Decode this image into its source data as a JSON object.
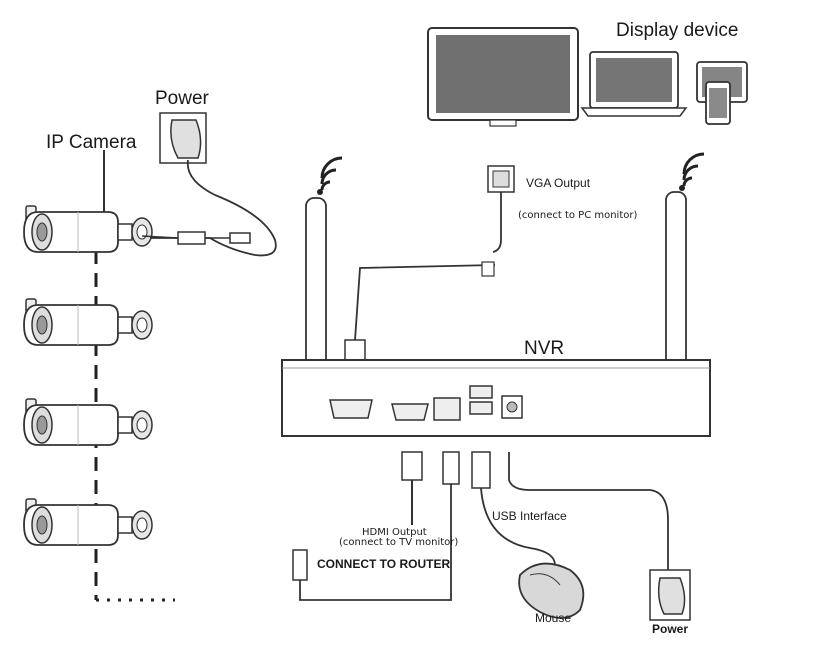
{
  "labels": {
    "ip_camera": "IP Camera",
    "power_top": "Power",
    "display_device": "Display device",
    "vga_output": "VGA Output",
    "vga_note": "(connect to PC monitor)",
    "nvr": "NVR",
    "hdmi_output": "HDMI Output",
    "hdmi_note": "(connect to TV monitor)",
    "usb_interface": "USB Interface",
    "connect_router": "CONNECT TO ROUTER",
    "mouse": "Mouse",
    "power_bottom": "Power"
  },
  "colors": {
    "line": "#333333",
    "fill": "#ffffff",
    "screen": "#6e6e6e",
    "shade": "#d9d9d9"
  }
}
